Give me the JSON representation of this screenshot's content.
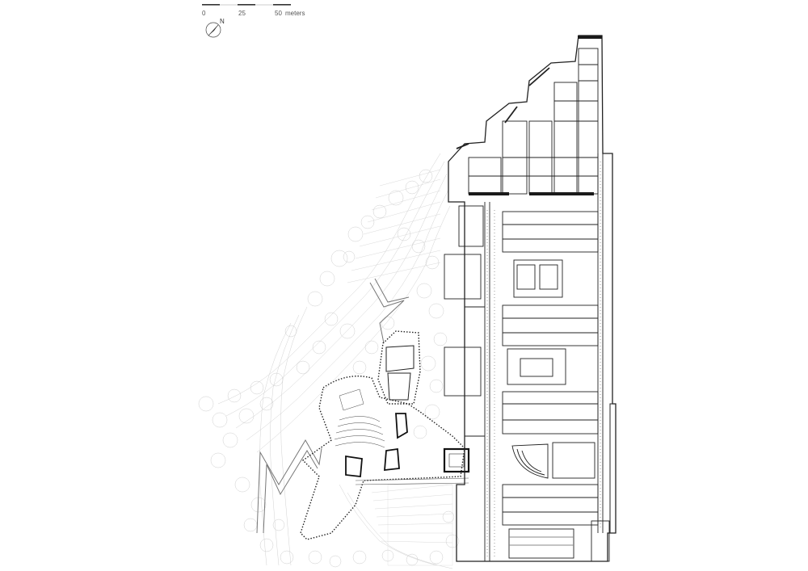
{
  "scale_bar": {
    "labels": [
      "0",
      "25",
      "50"
    ],
    "unit": "meters"
  },
  "north_arrow": {
    "label": "N"
  },
  "colors": {
    "ink": "#1a1a1a",
    "wall": "#222222",
    "landscape": "#c8c8c8",
    "tree": "#d6d6d6",
    "background": "#ffffff"
  }
}
